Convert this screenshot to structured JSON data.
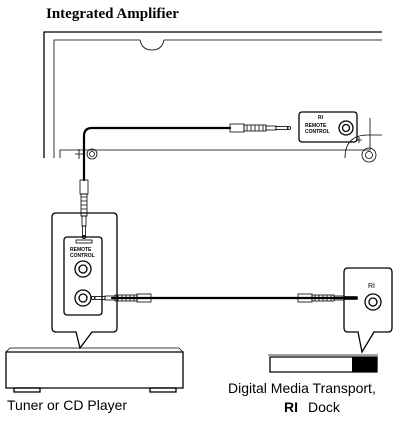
{
  "title": "Integrated Amplifier",
  "amplifier": {
    "jack_label_ri": "RI",
    "jack_label_line1": "REMOTE",
    "jack_label_line2": "CONTROL"
  },
  "tuner_panel": {
    "jack_label_line1": "REMOTE",
    "jack_label_line2": "CONTROL"
  },
  "dock_panel": {
    "jack_label_ri": "RI"
  },
  "devices": {
    "left_caption": "Tuner or CD Player",
    "right_caption_line1": "Digital Media Transport,",
    "right_caption_line2_logo": "RI",
    "right_caption_line2_text": "Dock"
  },
  "icons": [
    "ri-logo-icon",
    "jack-icon",
    "plug-icon",
    "ground-screw-icon"
  ]
}
